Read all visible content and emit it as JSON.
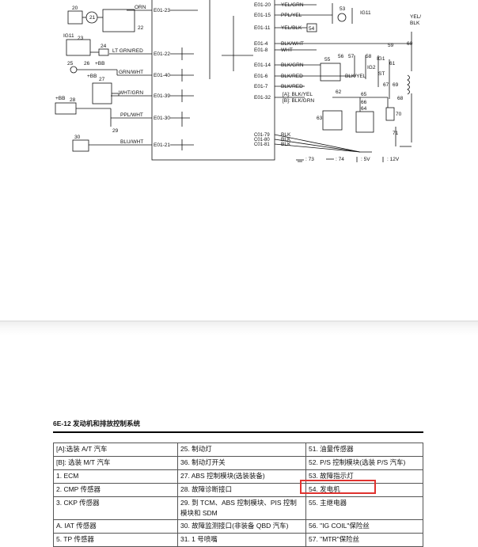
{
  "header": {
    "title": "6E-12 发动机和排放控制系统"
  },
  "diagram": {
    "ecm_pins_left": [
      "E01-23",
      "E01-22",
      "E01-40",
      "E01-39",
      "E01-30",
      "E01-21"
    ],
    "ecm_pins_right": [
      "E01-20",
      "E01-15",
      "E01-11",
      "E01-4",
      "E01-8",
      "E01-14",
      "E01-6",
      "E01-7",
      "E01-32",
      "C01-79",
      "C01-80",
      "C01-81"
    ],
    "wires_left": [
      "ORN",
      "LT GRN/RED",
      "GRN/WHT",
      "WHT/GRN",
      "PPL/WHT",
      "BLU/WHT"
    ],
    "wires_right": [
      "YEL/GRN",
      "PPL/YEL",
      "YEL/BLK",
      "BLK/WHT",
      "WHT",
      "BLK/GRN",
      "BLK/RED",
      "BLK/RED",
      "[A]: BLK/YEL",
      "[B]: BLK/GRN",
      "BLK",
      "BLK",
      "BLK"
    ],
    "component_numbers": [
      "20",
      "21",
      "22",
      "23",
      "24",
      "25",
      "26",
      "27",
      "28",
      "29",
      "30",
      "53",
      "54",
      "55",
      "56",
      "57",
      "58",
      "59",
      "60",
      "61",
      "62",
      "63",
      "64",
      "65",
      "66",
      "67",
      "68",
      "69",
      "70",
      "71"
    ],
    "misc_labels": [
      "IG11",
      "IG11",
      "+BB",
      "+BB",
      "+BB",
      "IG1",
      "IG2",
      "ST",
      "YEL/",
      "BLK",
      "BLK/YEL"
    ],
    "ground_legend": [
      ": 73",
      ": 74",
      ": 5V",
      ": 12V"
    ]
  },
  "table": {
    "rows": [
      [
        "[A]:选装 A/T 汽车",
        "25. 制动灯",
        "51. 油量传感器"
      ],
      [
        "[B]: 选装 M/T 汽车",
        "36. 制动灯开关",
        "52. P/S 控制模块(选装 P/S 汽车)"
      ],
      [
        "1. ECM",
        "27. ABS 控制模块(选装装备)",
        "53. 故障指示灯"
      ],
      [
        "2. CMP 传感器",
        "28. 故障诊断接口",
        "54. 发电机"
      ],
      [
        "3. CKP 传感器",
        "29. 到 TCM、ABS 控制模块、PIS 控制模块和 SDM",
        "55. 主继电器"
      ],
      [
        "A. IAT 传感器",
        "30. 故障监测接口(非装备 QBD 汽车)",
        "56. \"IG COIL\"保险丝"
      ],
      [
        "5. TP 传感器",
        "31. 1 号喷嘴",
        "57. \"MTR\"保险丝"
      ]
    ]
  },
  "colors": {
    "highlight": "#e0332f",
    "line": "#111111"
  }
}
